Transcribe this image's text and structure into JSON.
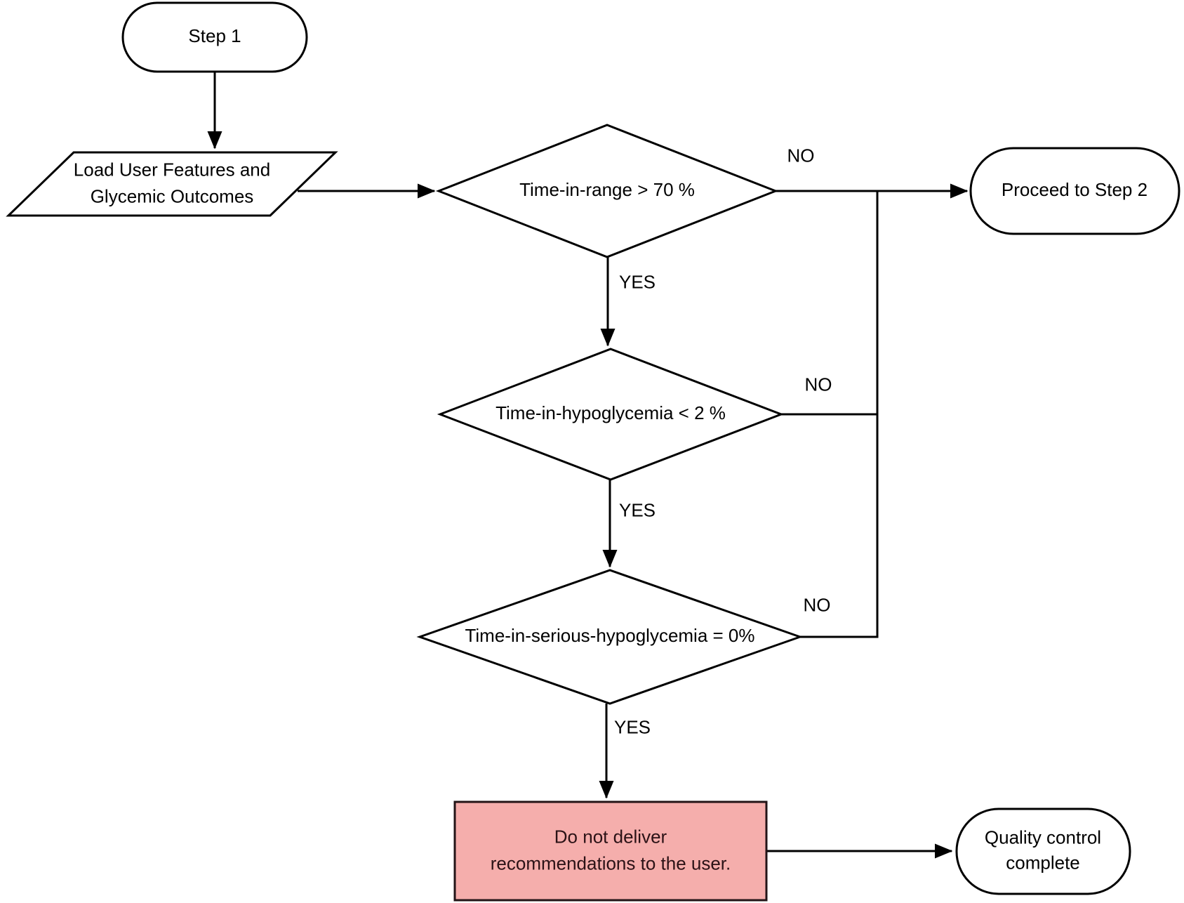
{
  "diagram": {
    "type": "flowchart",
    "colors": {
      "background": "#ffffff",
      "line": "#000000",
      "node_fill": "#ffffff",
      "highlight_fill": "#f5aeac",
      "highlight_border": "#231417",
      "highlight_text": "#2b1216"
    },
    "nodes": {
      "step1": {
        "shape": "stadium",
        "label": "Step 1"
      },
      "load": {
        "shape": "parallelogram",
        "line1": "Load User Features and",
        "line2": "Glycemic Outcomes"
      },
      "decision1": {
        "shape": "diamond",
        "label": "Time-in-range > 70 %"
      },
      "decision2": {
        "shape": "diamond",
        "label": "Time-in-hypoglycemia < 2 %"
      },
      "decision3": {
        "shape": "diamond",
        "label": "Time-in-serious-hypoglycemia = 0%"
      },
      "do_not_deliver": {
        "shape": "rect",
        "line1": "Do not deliver",
        "line2": "recommendations to the user."
      },
      "proceed": {
        "shape": "stadium",
        "label": "Proceed to Step 2"
      },
      "quality_control": {
        "shape": "stadium",
        "line1": "Quality control",
        "line2": "complete"
      }
    },
    "edges": [
      {
        "from": "step1",
        "to": "load",
        "label": ""
      },
      {
        "from": "load",
        "to": "decision1",
        "label": ""
      },
      {
        "from": "decision1",
        "to": "proceed",
        "label": "NO"
      },
      {
        "from": "decision1",
        "to": "decision2",
        "label": "YES"
      },
      {
        "from": "decision2",
        "to": "proceed",
        "label": "NO"
      },
      {
        "from": "decision2",
        "to": "decision3",
        "label": "YES"
      },
      {
        "from": "decision3",
        "to": "proceed",
        "label": "NO"
      },
      {
        "from": "decision3",
        "to": "do_not_deliver",
        "label": "YES"
      },
      {
        "from": "do_not_deliver",
        "to": "quality_control",
        "label": ""
      }
    ]
  }
}
